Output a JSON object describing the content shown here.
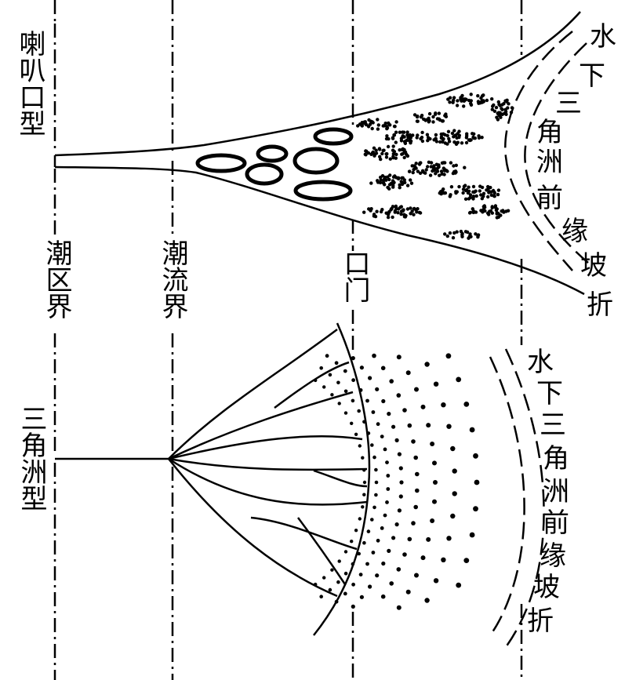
{
  "labels": {
    "trumpet_type": "喇叭口型",
    "delta_type": "三角洲型",
    "tidal_zone_boundary": "潮区界",
    "tidal_current_boundary": "潮流界",
    "river_mouth": "口门",
    "top_slope_text": "水下三角洲前缘坡折",
    "bottom_slope_text": "水下三角洲前缘坡折"
  },
  "colors": {
    "ink": "#000000",
    "background": "#ffffff"
  }
}
